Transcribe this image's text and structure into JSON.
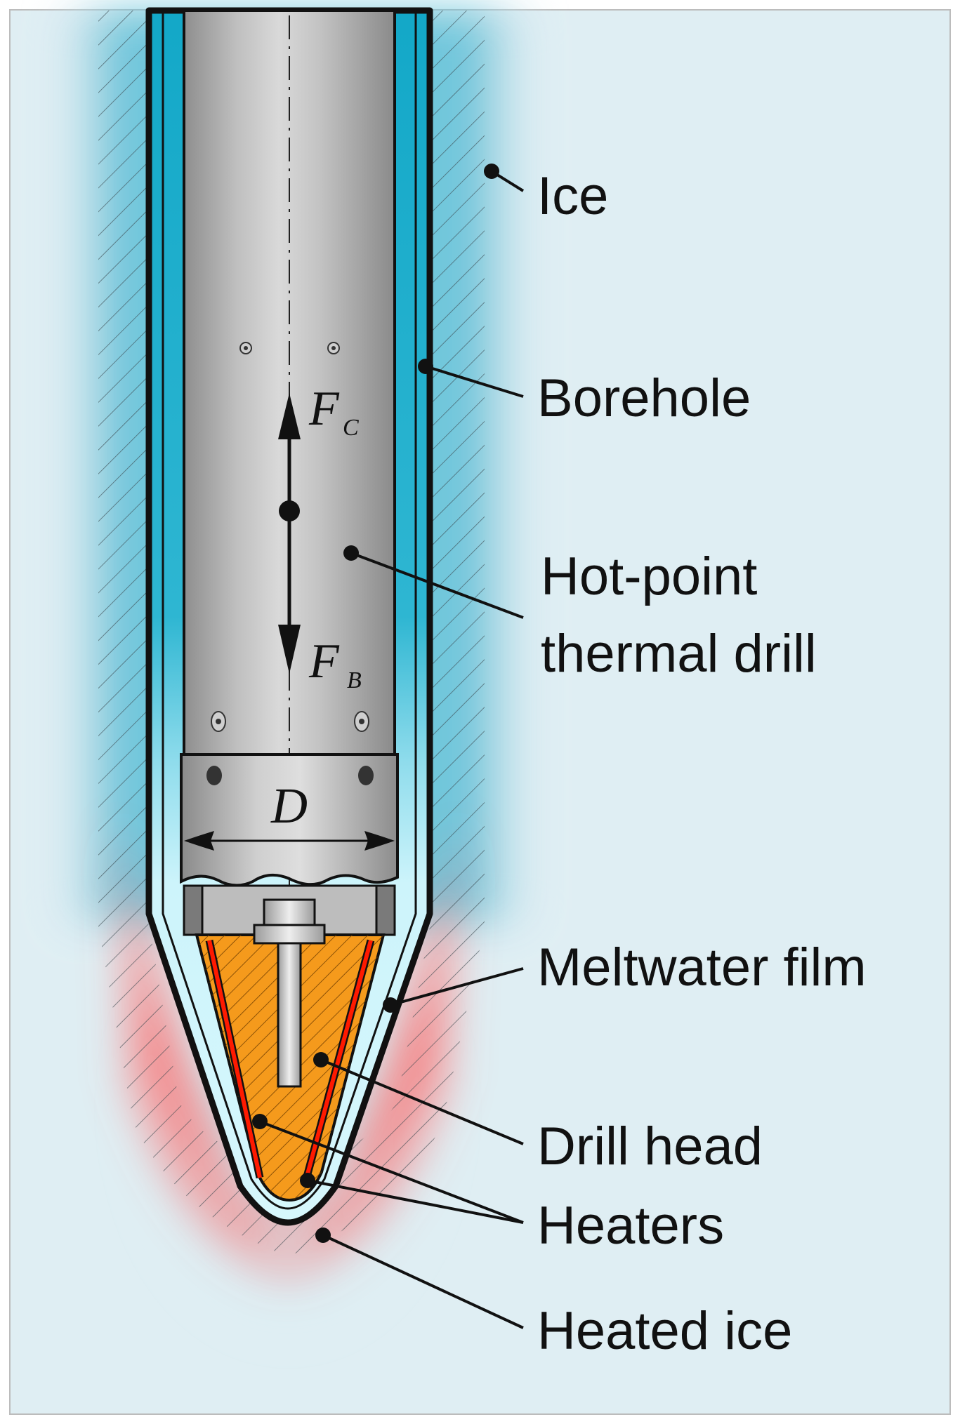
{
  "labels": {
    "ice": "Ice",
    "borehole": "Borehole",
    "drill_line1": "Hot-point",
    "drill_line2": "thermal drill",
    "meltwater": "Meltwater film",
    "drill_head": "Drill head",
    "heaters": "Heaters",
    "heated_ice": "Heated ice"
  },
  "symbols": {
    "force_main": "F",
    "force_c_sub": "C",
    "force_b_sub": "B",
    "diameter": "D"
  },
  "colors": {
    "background": "#dfeef3",
    "borehole_water": "#13a8c8",
    "meltwater_light": "#cdf4fb",
    "drill_body": "#bdbdbd",
    "drill_head": "#f59a1c",
    "heater": "#ff1a00",
    "heated_glow": "#ff5a5a"
  }
}
